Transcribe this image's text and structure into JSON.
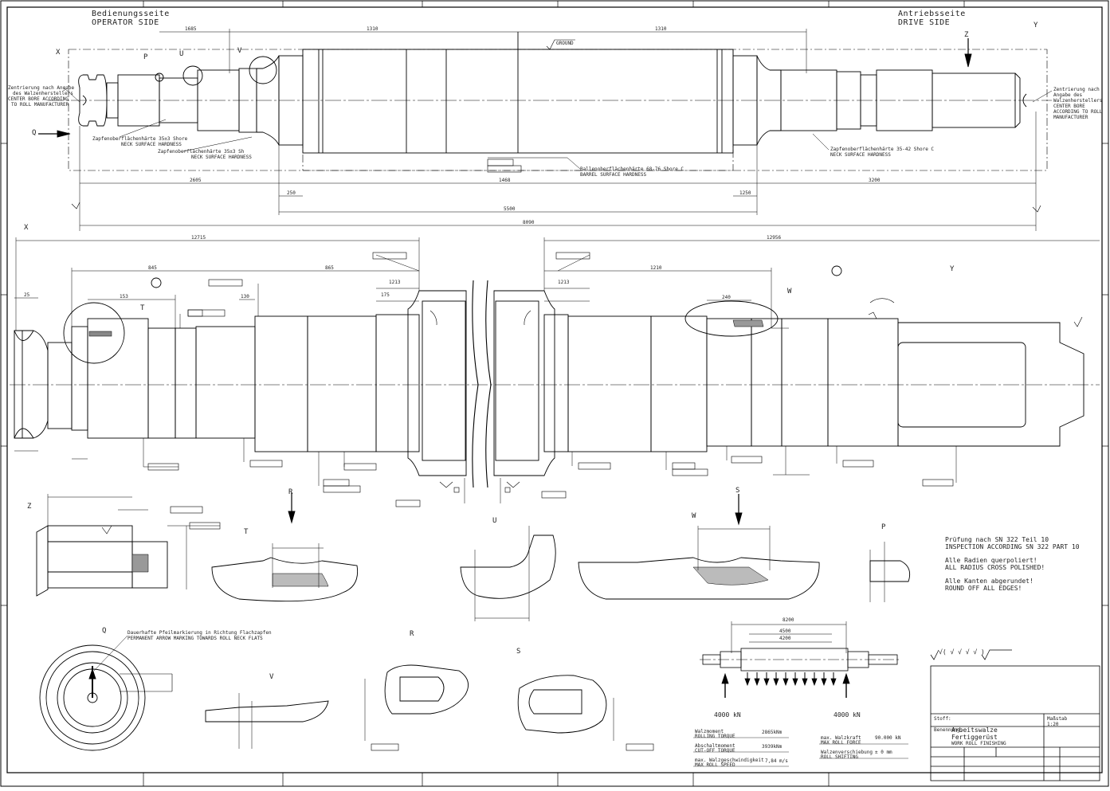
{
  "header": {
    "operator_de": "Bedienungsseite",
    "operator_en": "OPERATOR SIDE",
    "drive_de": "Antriebsseite",
    "drive_en": "DRIVE SIDE"
  },
  "view_letters": {
    "x_top": "X",
    "y_top": "Y",
    "z_top": "Z",
    "q_top": "Q",
    "p": "P",
    "t": "T",
    "u": "U",
    "v": "V",
    "w": "W",
    "r": "R",
    "s": "S",
    "x_mid": "X",
    "y_mid": "Y",
    "z_low": "Z",
    "q_low": "Q",
    "r_low": "R",
    "s_low": "S",
    "v_low": "V"
  },
  "top_view_notes": {
    "center_bore_left": [
      "Zentrierung nach Angabe",
      "des Walzenherstellers",
      "CENTER BORE ACCORDING",
      "TO ROLL MANUFACTURER"
    ],
    "center_bore_right": [
      "Zentrierung nach",
      "Angabe des",
      "Walzenherstellers",
      "CENTER BORE",
      "ACCORDING TO ROLL",
      "MANUFACTURER"
    ],
    "neck_left_1": [
      "Zapfenoberflächenhärte 35±3 Shore",
      "NECK SURFACE HARDNESS"
    ],
    "neck_left_2": [
      "Zapfenoberflächenhärte 35±3 Sh",
      "NECK SURFACE HARDNESS"
    ],
    "barrel": [
      "Ballenoberflächenhärte 68-76 Shore C",
      "BARREL SURFACE HARDNESS"
    ],
    "neck_right": [
      "Zapfenoberflächenhärte 35-42 Shore C",
      "NECK SURFACE HARDNESS"
    ],
    "grind_note": "GROUND"
  },
  "top_dims": {
    "d_1310_left": "1310",
    "d_1310_right": "1310",
    "d_left_neck": "1685",
    "d_2605": "2605",
    "d_250_left": "250",
    "d_barrel": "1468",
    "d_1250": "1250",
    "d_3200": "3200",
    "d_5500": "5500",
    "d_total": "8090"
  },
  "mid_dims": {
    "d_left_total": "12715",
    "d_right_total": "12956",
    "d_845": "845",
    "d_153": "153",
    "d_865": "865",
    "d_130": "130",
    "d_1210": "1210",
    "d_240": "240",
    "d_1213": "1213",
    "d_175": "175",
    "d_25": "25"
  },
  "notes_right": [
    "Prüfung nach SN 322 Teil 10",
    "INSPECTION ACCORDING SN 322 PART 10",
    "",
    "Alle Radien querpoliert!",
    "ALL RADIUS CROSS POLISHED!",
    "",
    "Alle Kanten abgerundet!",
    "ROUND OFF ALL EDGES!"
  ],
  "arrow_note": [
    "Dauerhafte Pfeilmarkierung in Richtung Flachzapfen",
    "PERMANENT ARROW MARKING TOWARDS ROLL NECK FLATS"
  ],
  "load_diagram": {
    "d_overall": "8200",
    "d_inner_1": "4500",
    "d_inner_2": "4200",
    "force_left": "4000 kN",
    "force_right": "4000 kN"
  },
  "technical_data": {
    "rows_left": [
      {
        "label_de": "Walzmoment",
        "label_en": "ROLLING TORQUE",
        "value": "2865kNm"
      },
      {
        "label_de": "Abschaltmoment",
        "label_en": "CUT-OFF TORQUE",
        "value": "3939kNm"
      },
      {
        "label_de": "max. Walzgeschwindigkeit",
        "label_en": "MAX ROLL SPEED",
        "value": "7,84 m/s"
      }
    ],
    "rows_right": [
      {
        "label_de": "max. Walzkraft",
        "label_en": "MAX ROLL FORCE",
        "value": "90.000 kN"
      },
      {
        "label_de": "Walzenverschiebung",
        "label_en": "ROLL SHIFTING",
        "value": "± 0 mm"
      }
    ]
  },
  "surface_symbols": "√( √ √ √ √ )",
  "title_block": {
    "material_label": "Stoff:",
    "name_label": "Benennung:",
    "name_de": "Arbeitswalze",
    "name_sub": "Fertiggerüst",
    "name_en": "WORK ROLL FINISHING",
    "scale": "1:20",
    "revision_label": "Maßstab"
  }
}
